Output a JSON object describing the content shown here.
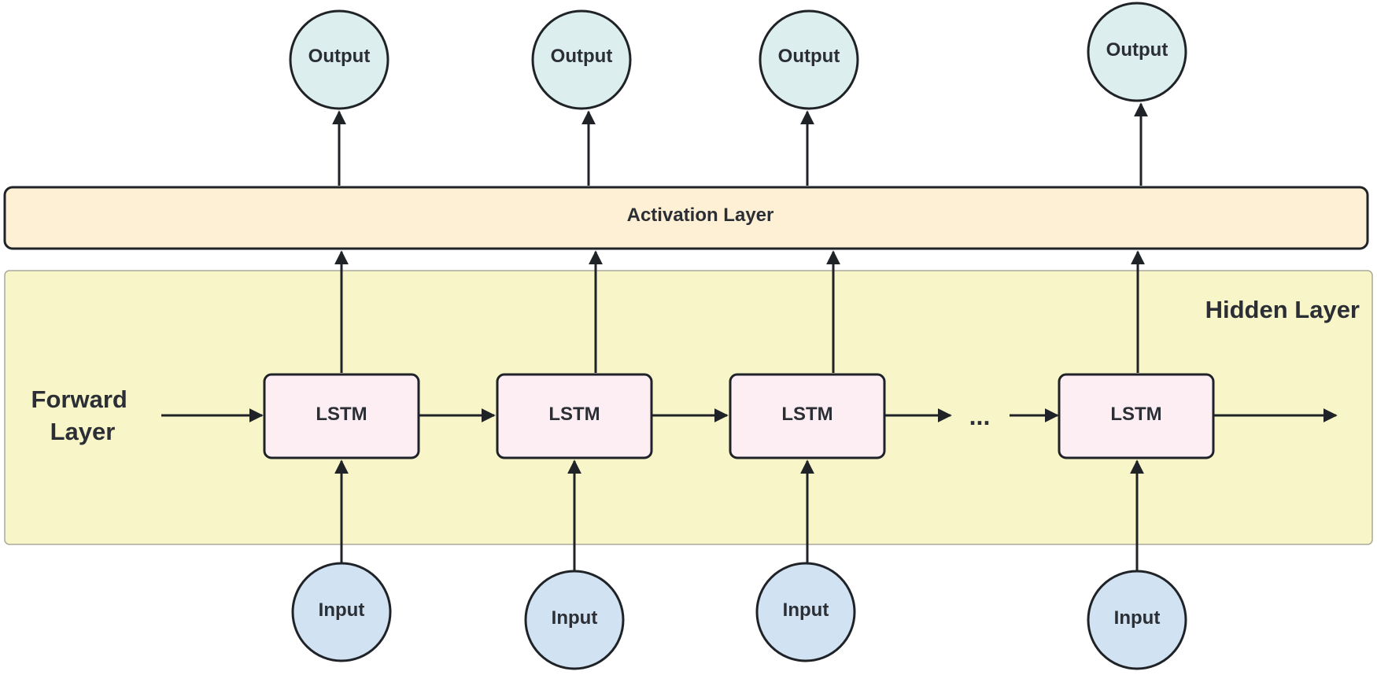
{
  "activation_layer": {
    "label": "Activation Layer"
  },
  "hidden_layer": {
    "label": "Hidden Layer"
  },
  "forward_layer": {
    "label_line1": "Forward",
    "label_line2": "Layer"
  },
  "ellipsis": "...",
  "outputs": [
    "Output",
    "Output",
    "Output",
    "Output"
  ],
  "lstm_cells": [
    "LSTM",
    "LSTM",
    "LSTM",
    "LSTM"
  ],
  "inputs": [
    "Input",
    "Input",
    "Input",
    "Input"
  ],
  "colors": {
    "output_fill": "#dcefee",
    "input_fill": "#d1e2f3",
    "lstm_fill": "#fdeef4",
    "activation_fill": "#fdf0d4",
    "hidden_fill": "#f8f5c8",
    "stroke": "#1f2328"
  }
}
